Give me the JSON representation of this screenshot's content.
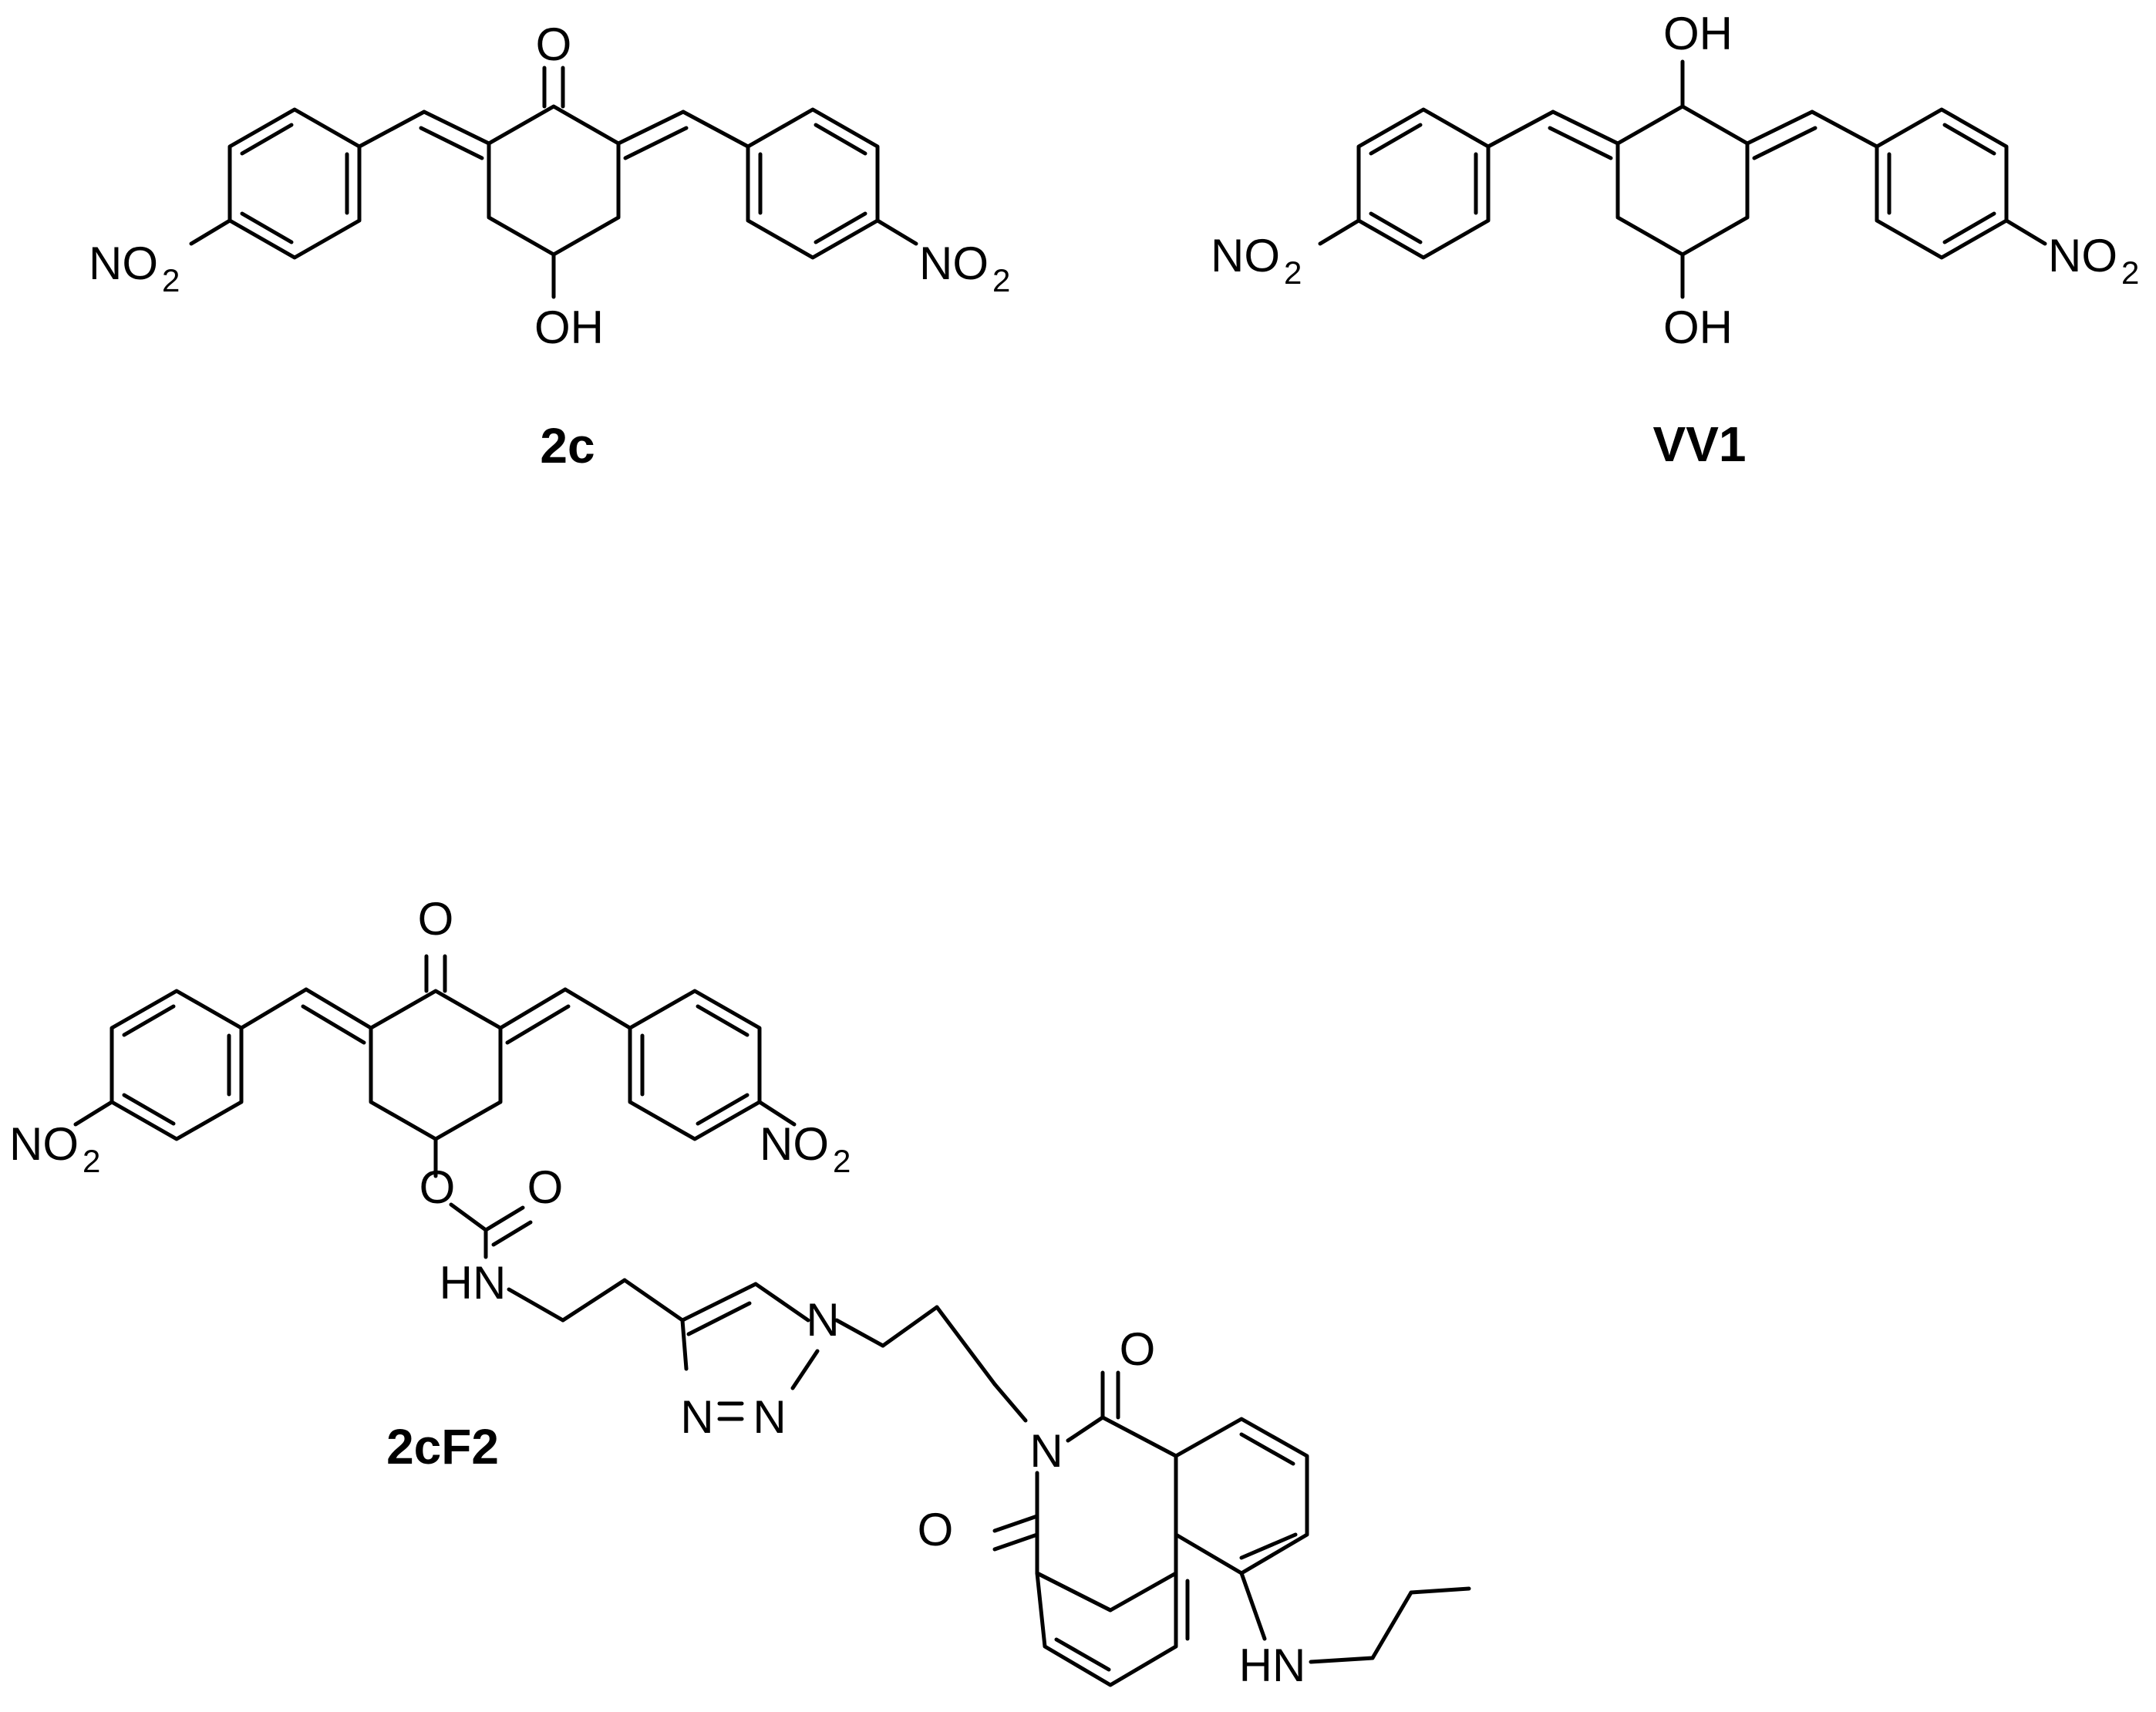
{
  "compounds": {
    "c2c": {
      "label": "2c"
    },
    "vv1": {
      "label": "VV1"
    },
    "c2cf2": {
      "label": "2cF2"
    }
  },
  "atoms": {
    "oxygen": "O",
    "hydroxyl": "OH",
    "nitro_prefix": "NO",
    "nitro_sub": "2",
    "amine": "HN",
    "nitrogen": "N"
  },
  "colors": {
    "ink": "#000000",
    "background": "#ffffff"
  }
}
